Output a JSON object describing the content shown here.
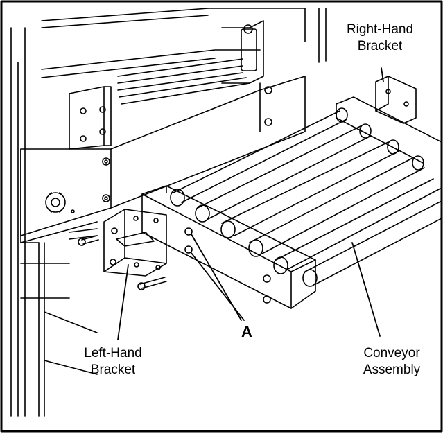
{
  "figure": {
    "labels": {
      "right_hand_bracket": [
        "Right-Hand",
        "Bracket"
      ],
      "left_hand_bracket": [
        "Left-Hand",
        "Bracket"
      ],
      "conveyor_assembly": [
        "Conveyor",
        "Assembly"
      ],
      "callout_a": "A"
    }
  },
  "colors": {
    "stroke": "#000000",
    "background": "#ffffff"
  }
}
